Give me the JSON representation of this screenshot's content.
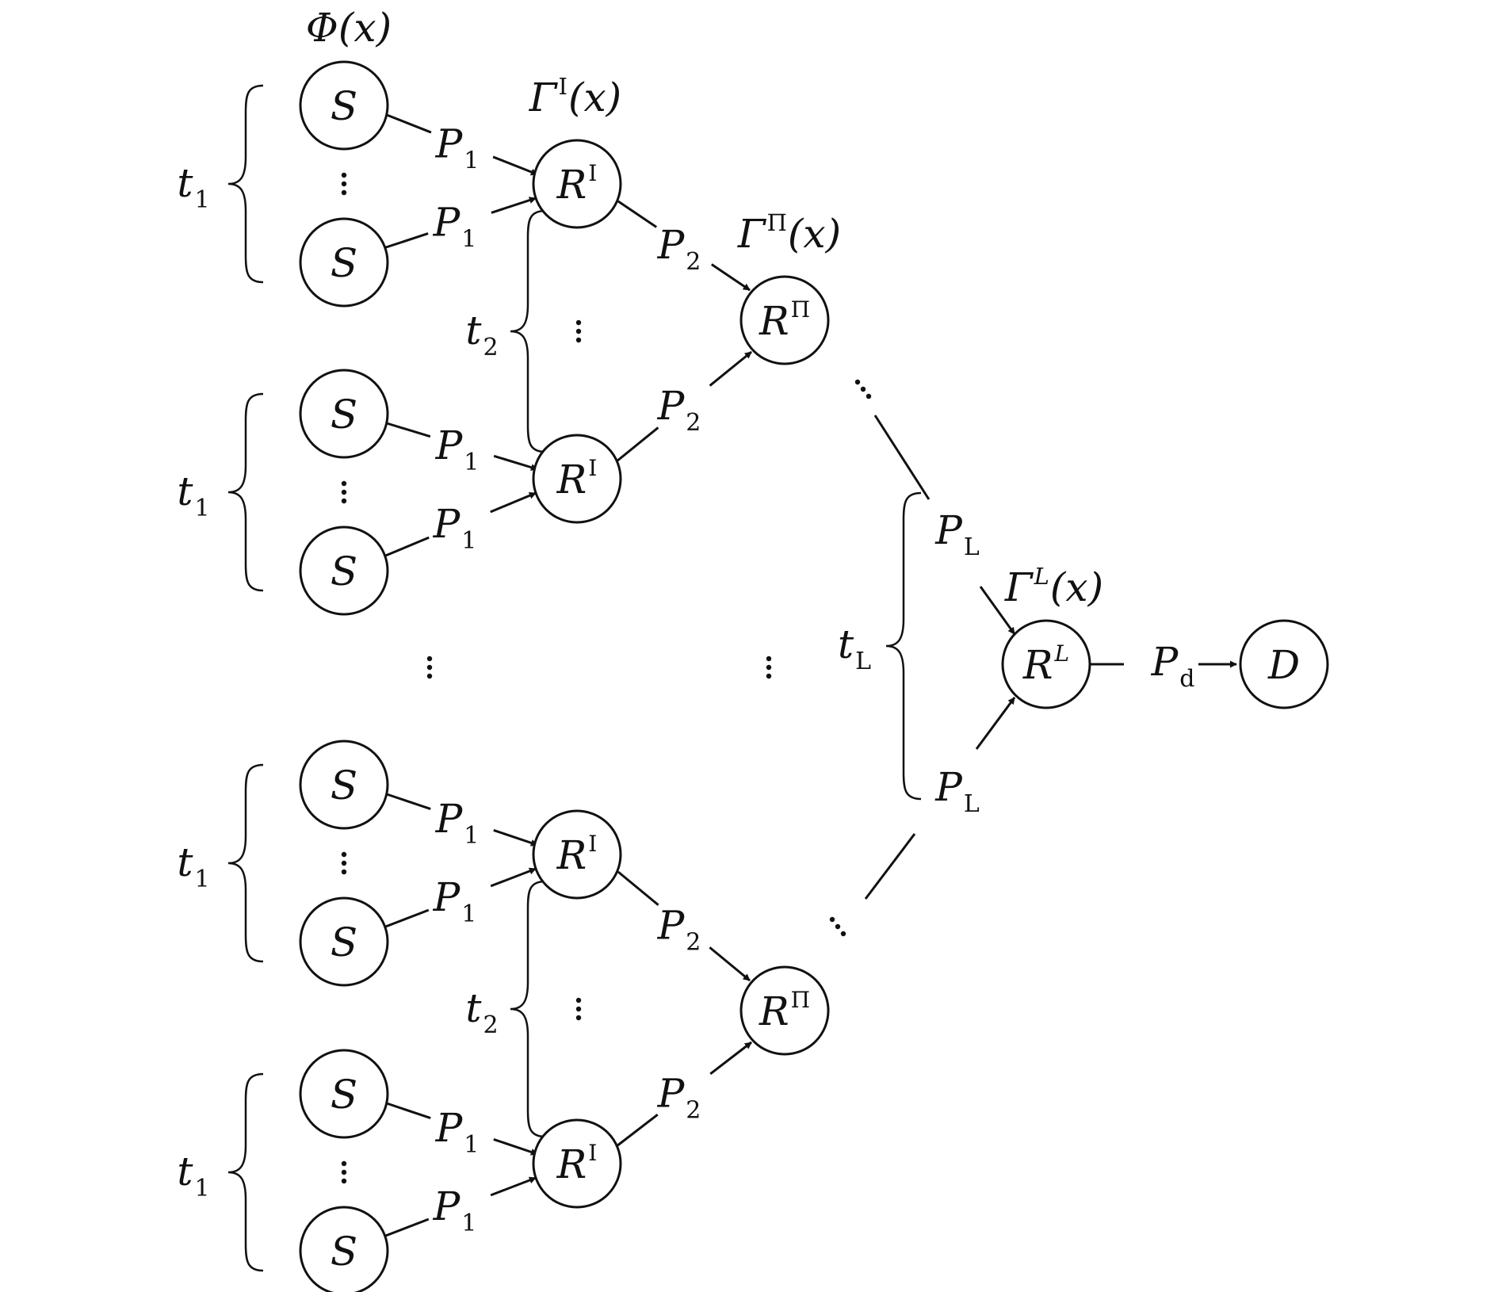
{
  "labels": {
    "phi": "Φ(x)",
    "gamma_letter": "Γ",
    "gamma_I_sup": "I",
    "gamma_II_sup": "Π",
    "gamma_L_sup": "L",
    "of_x": "(x)",
    "t_main": "t",
    "t1_sub": "1",
    "t2_sub": "2",
    "tL_sub": "L",
    "P_main": "P",
    "P1_sub": "1",
    "P2_sub": "2",
    "PL_sub": "L",
    "Pd_sub": "d"
  },
  "nodes": {
    "S": "S",
    "R_main": "R",
    "R_I_sup": "I",
    "R_II_sup": "Π",
    "R_L_sup": "L",
    "D": "D"
  },
  "colors": {
    "stroke": "#111111",
    "background": "#ffffff"
  }
}
